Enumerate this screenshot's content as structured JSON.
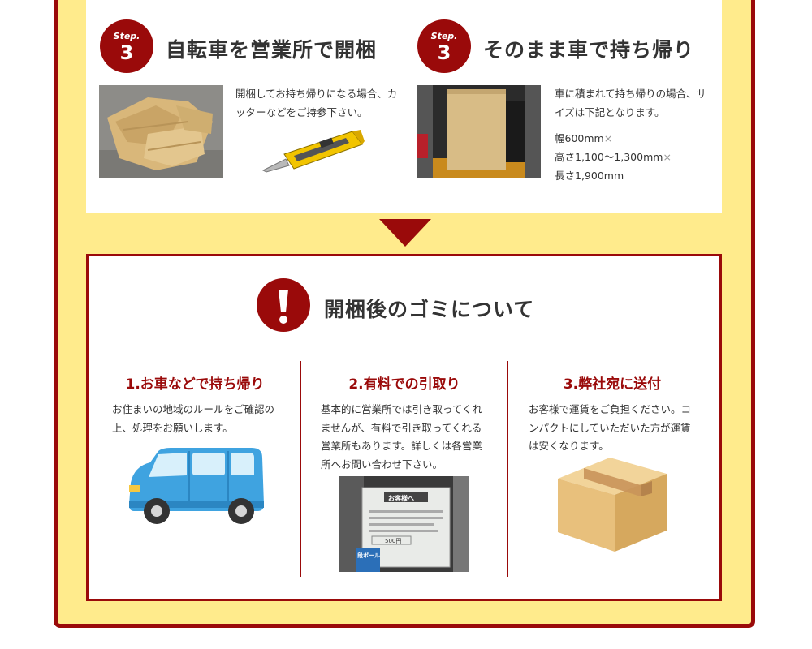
{
  "steps": [
    {
      "badge_label": "Step.",
      "badge_number": "3",
      "title": "自転車を営業所で開梱",
      "desc": "開梱してお持ち帰りになる場合、カッターなどをご持参下さい。"
    },
    {
      "badge_label": "Step.",
      "badge_number": "3",
      "title": "そのまま車で持ち帰り",
      "desc": "車に積まれて持ち帰りの場合、サイズは下記となります。",
      "sizes": [
        "幅600mm",
        "高さ1,100～1,300mm",
        "長さ1,900mm"
      ],
      "times_symbol": "×"
    }
  ],
  "trash": {
    "title": "開梱後のゴミについて",
    "options": [
      {
        "title": "1.お車などで持ち帰り",
        "desc": "お住まいの地域のルールをご確認の上、処理をお願いします。"
      },
      {
        "title": "2.有料での引取り",
        "desc": "基本的に営業所では引き取ってくれませんが、有料で引き取ってくれる営業所もあります。詳しくは各営業所へお問い合わせ下さい。"
      },
      {
        "title": "3.弊社宛に送付",
        "desc": "お客様で運賃をご負担ください。コンパクトにしていただいた方が運賃は安くなります。"
      }
    ],
    "sign": {
      "heading": "お客様へ",
      "price": "500円",
      "side_text": "段ボール"
    }
  },
  "colors": {
    "accent": "#9a0a0a",
    "background": "#ffeb8c",
    "card": "#ffffff"
  },
  "icons": [
    "exclamation-icon",
    "utility-knife-icon",
    "van-icon",
    "cardboard-box-icon"
  ]
}
